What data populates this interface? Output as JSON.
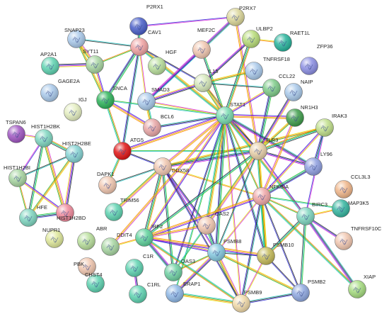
{
  "network": {
    "nodes": [
      {
        "id": "P2RX1",
        "color": "#4a5fc9"
      },
      {
        "id": "P2RX7",
        "color": "#dcd79a"
      },
      {
        "id": "SNAP23",
        "color": "#a9c9ea"
      },
      {
        "id": "CAV1",
        "color": "#f0a3a3"
      },
      {
        "id": "MEF2C",
        "color": "#f1c7b0"
      },
      {
        "id": "ULBP2",
        "color": "#b8dc79"
      },
      {
        "id": "RAET1L",
        "color": "#27b39b"
      },
      {
        "id": "ZFP36",
        "color": "#8c8fe3"
      },
      {
        "id": "AP2A1",
        "color": "#5fd3b1"
      },
      {
        "id": "SYT11",
        "color": "#a8d6a2"
      },
      {
        "id": "HGF",
        "color": "#b9df9c"
      },
      {
        "id": "TNFRSF18",
        "color": "#a9c9ea"
      },
      {
        "id": "GAGE2A",
        "color": "#a9c9ea"
      },
      {
        "id": "SMAD3",
        "color": "#a9c9ea"
      },
      {
        "id": "IL15",
        "color": "#d5e7b9"
      },
      {
        "id": "CCL22",
        "color": "#7fcc8a"
      },
      {
        "id": "NAIP",
        "color": "#a9c9ea"
      },
      {
        "id": "SNCA",
        "color": "#2eb35a"
      },
      {
        "id": "IGJ",
        "color": "#e4eec0"
      },
      {
        "id": "STAT1",
        "color": "#79dbb0"
      },
      {
        "id": "NR1H3",
        "color": "#3f9d4b"
      },
      {
        "id": "TSPAN6",
        "color": "#a056c2"
      },
      {
        "id": "BCL6",
        "color": "#e8a6a6"
      },
      {
        "id": "IRAK3",
        "color": "#c0df8a"
      },
      {
        "id": "HIST1H2BK",
        "color": "#7fd6c0"
      },
      {
        "id": "HIST2H2BE",
        "color": "#85d3d3"
      },
      {
        "id": "ATG5",
        "color": "#e01515"
      },
      {
        "id": "DDX58",
        "color": "#f1c7b0"
      },
      {
        "id": "TLR3",
        "color": "#e6cfa8"
      },
      {
        "id": "LY96",
        "color": "#8f9fe0"
      },
      {
        "id": "HIST1H2BI",
        "color": "#a8d6a2"
      },
      {
        "id": "DAPK1",
        "color": "#f1c7b0"
      },
      {
        "id": "CCL3L3",
        "color": "#f0b68a"
      },
      {
        "id": "NFKBIA",
        "color": "#f0a8a8"
      },
      {
        "id": "TRIM56",
        "color": "#5fd3b1"
      },
      {
        "id": "MAP3K5",
        "color": "#36b6a0"
      },
      {
        "id": "HFE",
        "color": "#7fd6c0"
      },
      {
        "id": "HIST1H2BD",
        "color": "#f08a9c"
      },
      {
        "id": "BIRC3",
        "color": "#7fd6c0"
      },
      {
        "id": "NUPR1",
        "color": "#dfe89a"
      },
      {
        "id": "OAS2",
        "color": "#f1c7b0"
      },
      {
        "id": "ABR",
        "color": "#b9df9c"
      },
      {
        "id": "IRF2",
        "color": "#5ed19b"
      },
      {
        "id": "DDIT4",
        "color": "#a8d6a2"
      },
      {
        "id": "PSMB8",
        "color": "#85c8df"
      },
      {
        "id": "PSMB10",
        "color": "#c5bb5a"
      },
      {
        "id": "TNFRSF10C",
        "color": "#f1c7b0"
      },
      {
        "id": "C1R",
        "color": "#5fd3b1"
      },
      {
        "id": "OAS3",
        "color": "#6fd0a2"
      },
      {
        "id": "PBK",
        "color": "#f1c7b0"
      },
      {
        "id": "CHST4",
        "color": "#5fd3b1"
      },
      {
        "id": "C1RL",
        "color": "#5fd3b1"
      },
      {
        "id": "ERAP1",
        "color": "#8fb8e6"
      },
      {
        "id": "PSMB9",
        "color": "#f0d9a8"
      },
      {
        "id": "PSMB2",
        "color": "#8fa8e0"
      },
      {
        "id": "XIAP",
        "color": "#a6dc80"
      }
    ],
    "edges": [
      [
        "P2RX1",
        "P2RX7"
      ],
      [
        "P2RX1",
        "CAV1"
      ],
      [
        "SNAP23",
        "SYT11"
      ],
      [
        "SNAP23",
        "CAV1"
      ],
      [
        "SNAP23",
        "SNCA"
      ],
      [
        "AP2A1",
        "SYT11"
      ],
      [
        "SYT11",
        "CAV1"
      ],
      [
        "SYT11",
        "SNCA"
      ],
      [
        "CAV1",
        "SNCA"
      ],
      [
        "CAV1",
        "SMAD3"
      ],
      [
        "CAV1",
        "ATG5"
      ],
      [
        "CAV1",
        "STAT1"
      ],
      [
        "CAV1",
        "IL15"
      ],
      [
        "SNCA",
        "ATG5"
      ],
      [
        "SNCA",
        "BCL6"
      ],
      [
        "SNCA",
        "STAT1"
      ],
      [
        "P2RX7",
        "TLR3"
      ],
      [
        "P2RX7",
        "SMAD3"
      ],
      [
        "ULBP2",
        "RAET1L"
      ],
      [
        "ULBP2",
        "IL15"
      ],
      [
        "ULBP2",
        "STAT1"
      ],
      [
        "MEF2C",
        "SMAD3"
      ],
      [
        "MEF2C",
        "STAT1"
      ],
      [
        "IL15",
        "STAT1"
      ],
      [
        "IL15",
        "CCL22"
      ],
      [
        "IL15",
        "TNFRSF18"
      ],
      [
        "IL15",
        "SMAD3"
      ],
      [
        "IL15",
        "TLR3"
      ],
      [
        "CCL22",
        "STAT1"
      ],
      [
        "CCL22",
        "TLR3"
      ],
      [
        "SMAD3",
        "STAT1"
      ],
      [
        "BCL6",
        "STAT1"
      ],
      [
        "BCL6",
        "SMAD3"
      ],
      [
        "ATG5",
        "DDX58"
      ],
      [
        "ATG5",
        "DAPK1"
      ],
      [
        "ATG5",
        "STAT1"
      ],
      [
        "ATG5",
        "TLR3"
      ],
      [
        "DDX58",
        "STAT1"
      ],
      [
        "DDX58",
        "TLR3"
      ],
      [
        "DDX58",
        "NFKBIA"
      ],
      [
        "DDX58",
        "OAS2"
      ],
      [
        "DDX58",
        "IRF2"
      ],
      [
        "DDX58",
        "PSMB8"
      ],
      [
        "DDX58",
        "OAS3"
      ],
      [
        "DDX58",
        "TRIM56"
      ],
      [
        "DDX58",
        "DAPK1"
      ],
      [
        "DDX58",
        "IRAK3"
      ],
      [
        "STAT1",
        "TLR3"
      ],
      [
        "STAT1",
        "NFKBIA"
      ],
      [
        "STAT1",
        "IRF2"
      ],
      [
        "STAT1",
        "PSMB8"
      ],
      [
        "STAT1",
        "PSMB9"
      ],
      [
        "STAT1",
        "PSMB10"
      ],
      [
        "STAT1",
        "OAS2"
      ],
      [
        "STAT1",
        "OAS3"
      ],
      [
        "STAT1",
        "BIRC3"
      ],
      [
        "STAT1",
        "NR1H3"
      ],
      [
        "STAT1",
        "ERAP1"
      ],
      [
        "STAT1",
        "DDIT4"
      ],
      [
        "STAT1",
        "LY96"
      ],
      [
        "TLR3",
        "NFKBIA"
      ],
      [
        "TLR3",
        "LY96"
      ],
      [
        "TLR3",
        "IRAK3"
      ],
      [
        "TLR3",
        "BIRC3"
      ],
      [
        "TLR3",
        "IRF2"
      ],
      [
        "TLR3",
        "OAS2"
      ],
      [
        "TLR3",
        "PSMB8"
      ],
      [
        "TLR3",
        "NR1H3"
      ],
      [
        "TLR3",
        "NAIP"
      ],
      [
        "NFKBIA",
        "BIRC3"
      ],
      [
        "NFKBIA",
        "IRAK3"
      ],
      [
        "NFKBIA",
        "LY96"
      ],
      [
        "NFKBIA",
        "PSMB8"
      ],
      [
        "NFKBIA",
        "PSMB9"
      ],
      [
        "NFKBIA",
        "PSMB10"
      ],
      [
        "NFKBIA",
        "PSMB2"
      ],
      [
        "NFKBIA",
        "XIAP"
      ],
      [
        "NFKBIA",
        "IRF2"
      ],
      [
        "NFKBIA",
        "MAP3K5"
      ],
      [
        "NFKBIA",
        "NR1H3"
      ],
      [
        "BIRC3",
        "XIAP"
      ],
      [
        "BIRC3",
        "MAP3K5"
      ],
      [
        "BIRC3",
        "TNFRSF10C"
      ],
      [
        "BIRC3",
        "PSMB10"
      ],
      [
        "BIRC3",
        "IRAK3"
      ],
      [
        "BIRC3",
        "PSMB2"
      ],
      [
        "PSMB8",
        "PSMB9"
      ],
      [
        "PSMB8",
        "PSMB10"
      ],
      [
        "PSMB8",
        "PSMB2"
      ],
      [
        "PSMB8",
        "ERAP1"
      ],
      [
        "PSMB8",
        "OAS3"
      ],
      [
        "PSMB8",
        "IRF2"
      ],
      [
        "PSMB8",
        "OAS2"
      ],
      [
        "PSMB9",
        "PSMB10"
      ],
      [
        "PSMB9",
        "PSMB2"
      ],
      [
        "PSMB9",
        "ERAP1"
      ],
      [
        "PSMB10",
        "PSMB2"
      ],
      [
        "PSMB9",
        "IRF2"
      ],
      [
        "PSMB10",
        "IRF2"
      ],
      [
        "OAS2",
        "OAS3"
      ],
      [
        "OAS2",
        "IRF2"
      ],
      [
        "OAS3",
        "IRF2"
      ],
      [
        "IRF2",
        "DDIT4"
      ],
      [
        "C1R",
        "C1RL"
      ],
      [
        "HIST1H2BK",
        "HIST2H2BE"
      ],
      [
        "HIST1H2BK",
        "HIST1H2BI"
      ],
      [
        "HIST1H2BK",
        "HFE"
      ],
      [
        "HIST1H2BK",
        "HIST1H2BD"
      ],
      [
        "HIST2H2BE",
        "HIST1H2BI"
      ],
      [
        "HIST2H2BE",
        "HFE"
      ],
      [
        "HIST2H2BE",
        "HIST1H2BD"
      ],
      [
        "HIST1H2BI",
        "HFE"
      ],
      [
        "HIST1H2BI",
        "HIST1H2BD"
      ],
      [
        "HFE",
        "HIST1H2BD"
      ],
      [
        "TSPAN6",
        "HIST1H2BK"
      ],
      [
        "IRAK3",
        "LY96"
      ],
      [
        "TLR3",
        "PSMB10"
      ],
      [
        "DDX58",
        "PSMB9"
      ]
    ]
  }
}
